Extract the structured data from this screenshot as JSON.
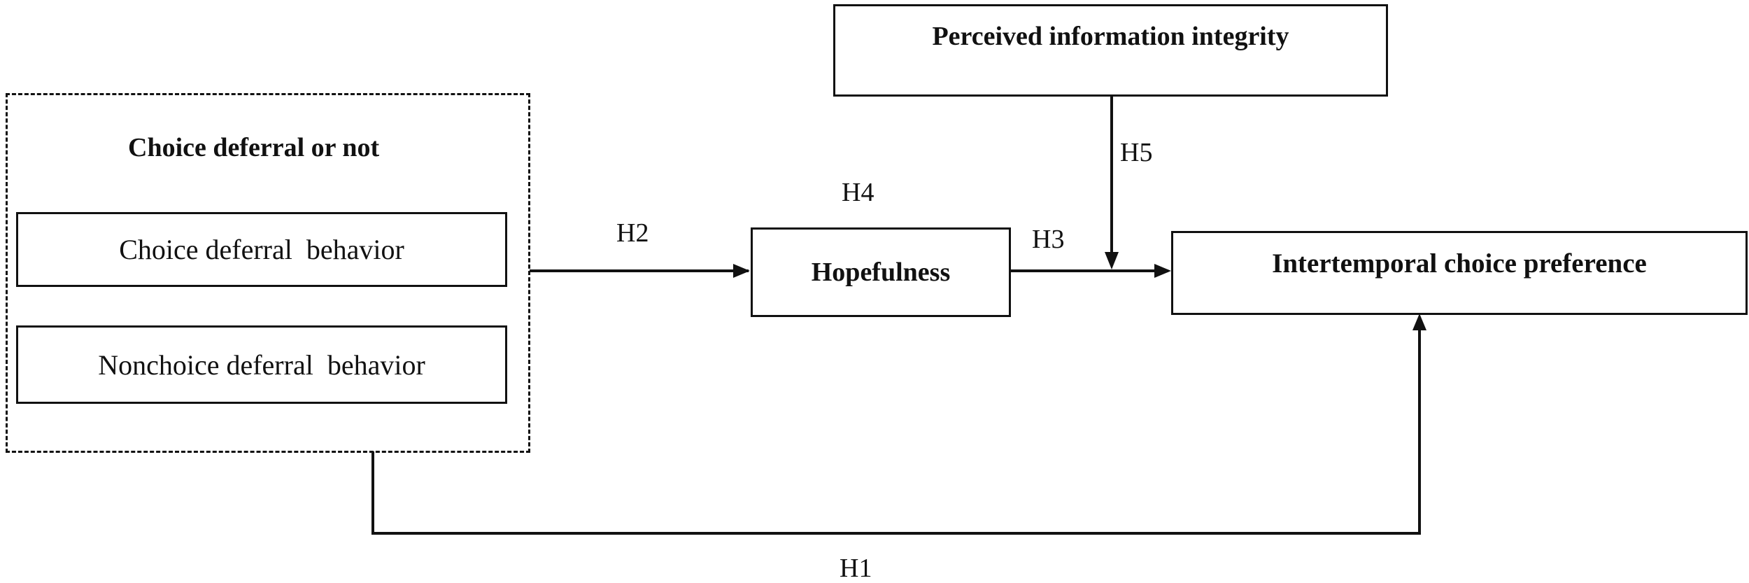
{
  "diagram": {
    "group": {
      "title": "Choice deferral or not",
      "options": [
        "Choice deferral  behavior",
        "Nonchoice deferral  behavior"
      ]
    },
    "nodes": {
      "hopefulness": "Hopefulness",
      "integrity": "Perceived information integrity",
      "preference": "Intertemporal choice preference"
    },
    "hypotheses": {
      "h1": "H1",
      "h2": "H2",
      "h3": "H3",
      "h4": "H4",
      "h5": "H5"
    }
  }
}
